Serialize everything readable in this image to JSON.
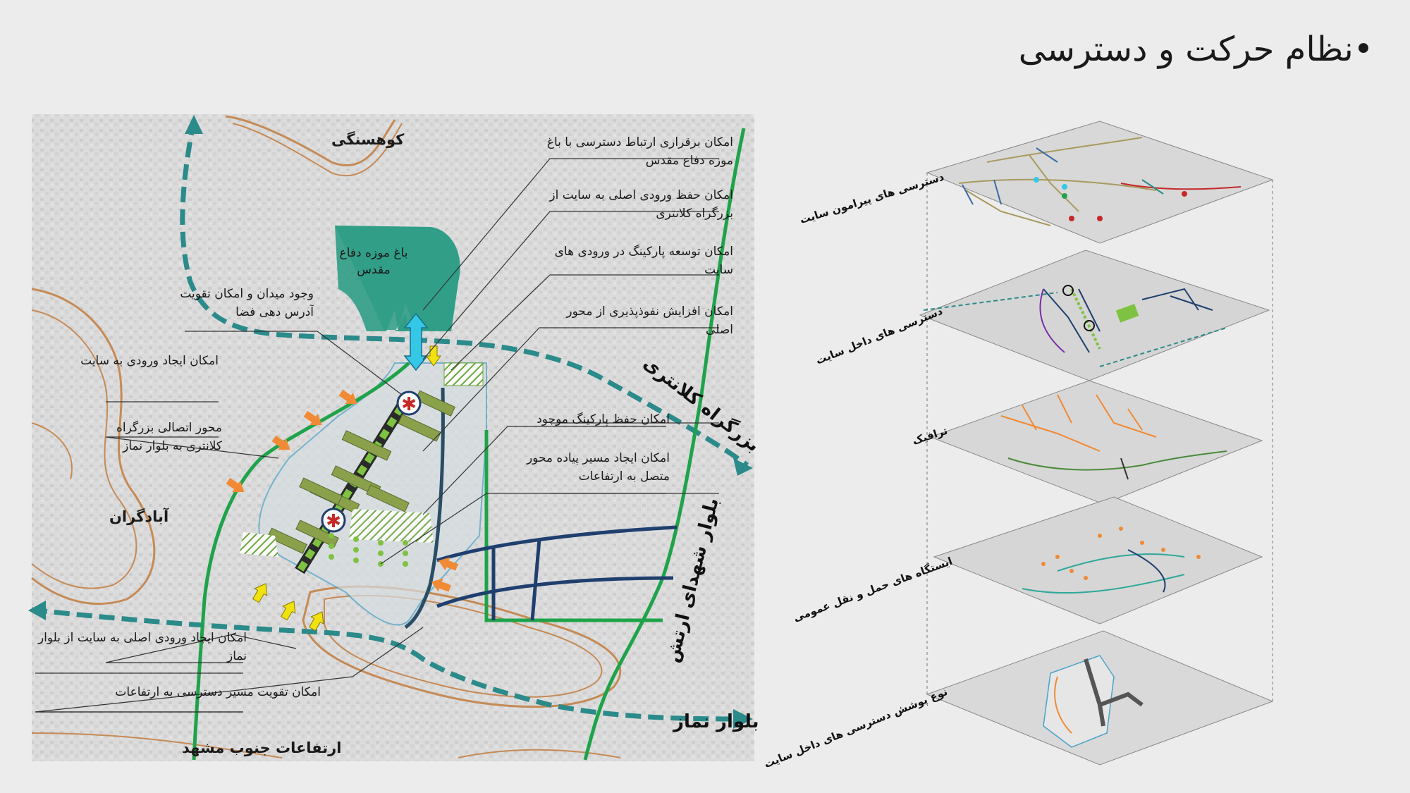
{
  "title": "نظام حرکت و دسترسی",
  "bullet": "•",
  "colors": {
    "background": "#ececec",
    "map_base": "#c9c9c9",
    "contour": "#c68a56",
    "main_road": "#2b8a8a",
    "green_line": "#1fa34a",
    "blue_road": "#1f3f6e",
    "museum_fill": "#2f9d86",
    "pedestrian": "#7fc242",
    "arrow_orange": "#f08a34",
    "arrow_yellow": "#f1e20f",
    "arrow_cyan": "#34c7e6",
    "node_red": "#c62828"
  },
  "map": {
    "place_labels": {
      "kuhsangi": "کوهسنگی",
      "abadgaran": "آبادگران",
      "heights_south": "ارتفاعات جنوب مشهد",
      "museum": "باغ موزه دفاع مقدس"
    },
    "road_labels": {
      "kalantari": "بزرگراه کلانتری",
      "shohada": "بلوار شهدای ارتش",
      "namaz": "بلوار نماز"
    },
    "annotations": {
      "a1": "امکان برقراری ارتباط دسترسی با باغ موزه دفاع مقدس",
      "a2": "امکان حفظ ورودی اصلی به سایت از بزرگراه کلانتری",
      "a3": "امکان توسعه پارکینگ در ورودی های سایت",
      "a4": "امکان افزایش نفوذپذیری از محور اصلی",
      "a5": "امکان حفظ پارکینگ موجود",
      "a6": "امکان ایجاد مسیر پیاده محور متصل به ارتفاعات",
      "a7": "وجود میدان و امکان تقویت آدرس دهی فضا",
      "a8": "امکان ایجاد ورودی به سایت",
      "a9": "محور اتصالی بزرگراه کلانتری به بلوار نماز",
      "a10": "امکان ایجاد ورودی اصلی به سایت از بلوار نماز",
      "a11": "امکان تقویت مسیر دسترسی به ارتفاعات"
    }
  },
  "layers": [
    {
      "label": "دسترسی های پیرامون سایت"
    },
    {
      "label": "دسترسی های داخل سایت"
    },
    {
      "label": "ترافیک"
    },
    {
      "label": "ایستگاه های حمل و نقل عمومی"
    },
    {
      "label": "نوع پوشش دسترسی های داخل سایت"
    }
  ]
}
